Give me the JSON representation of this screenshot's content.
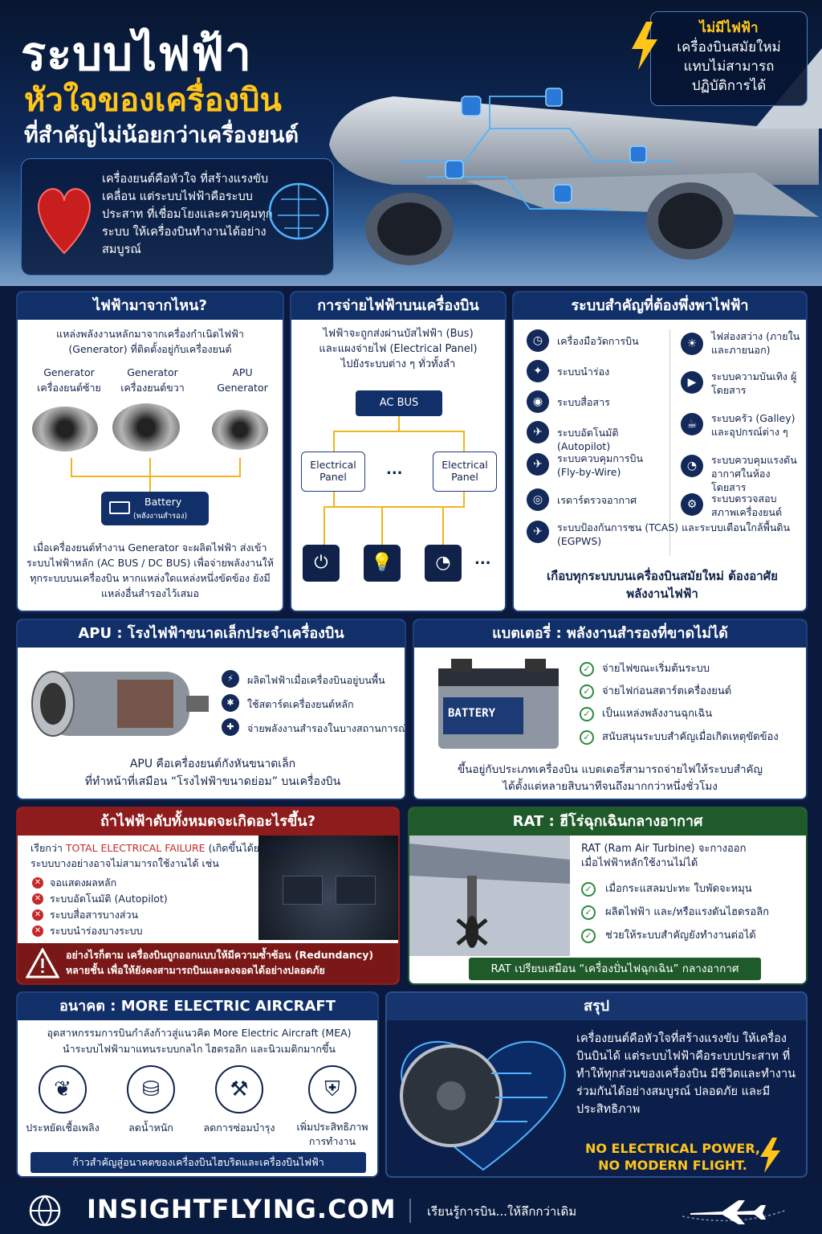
{
  "hero": {
    "title1": "ระบบไฟฟ้า",
    "title2": "หัวใจของเครื่องบิน",
    "title3": "ที่สำคัญไม่น้อยกว่าเครื่องยนต์",
    "heart_text": "เครื่องยนต์คือหัวใจ ที่สร้างแรงขับเคลื่อน แต่ระบบไฟฟ้าคือระบบประสาท ที่เชื่อมโยงและควบคุมทุกระบบ ให้เครื่องบินทำงานได้อย่างสมบูรณ์",
    "callout_line1": "ไม่มีไฟฟ้า",
    "callout_line2": "เครื่องบินสมัยใหม่",
    "callout_line3": "แทบไม่สามารถ",
    "callout_line4": "ปฏิบัติการได้"
  },
  "source": {
    "title": "ไฟฟ้ามาจากไหน?",
    "intro": "แหล่งพลังงานหลักมาจากเครื่องกำเนิดไฟฟ้า (Generator) ที่ติดตั้งอยู่กับเครื่องยนต์",
    "gen_left": "Generator เครื่องยนต์ซ้าย",
    "gen_right": "Generator เครื่องยนต์ขวา",
    "gen_apu": "APU Generator",
    "battery_label": "Battery",
    "battery_sub": "(พลังงานสำรอง)",
    "outro": "เมื่อเครื่องยนต์ทำงาน Generator จะผลิตไฟฟ้า ส่งเข้าระบบไฟฟ้าหลัก (AC BUS / DC BUS) เพื่อจ่ายพลังงานให้ทุกระบบบนเครื่องบิน หากแหล่งใดแหล่งหนึ่งขัดข้อง ยังมีแหล่งอื่นสำรองไว้เสมอ"
  },
  "dist": {
    "title": "การจ่ายไฟฟ้าบนเครื่องบิน",
    "intro": "ไฟฟ้าจะถูกส่งผ่านบัสไฟฟ้า (Bus) และแผงจ่ายไฟ (Electrical Panel) ไปยังระบบต่าง ๆ ทั่วทั้งลำ",
    "bus": "AC BUS",
    "panel_left": "Electrical Panel",
    "panel_right": "Electrical Panel",
    "dots": "...",
    "dots2": "..."
  },
  "systems": {
    "title": "ระบบสำคัญที่ต้องพึ่งพาไฟฟ้า",
    "left": [
      {
        "label": "เครื่องมือวัดการบิน",
        "icon": "gauge-icon"
      },
      {
        "label": "ระบบนำร่อง",
        "icon": "compass-icon"
      },
      {
        "label": "ระบบสื่อสาร",
        "icon": "radio-icon"
      },
      {
        "label": "ระบบอัตโนมัติ (Autopilot)",
        "icon": "autopilot-icon"
      },
      {
        "label": "ระบบควบคุมการบิน (Fly-by-Wire)",
        "icon": "plane-icon"
      },
      {
        "label": "เรดาร์ตรวจอากาศ",
        "icon": "radar-icon"
      },
      {
        "label": "ระบบป้องกันการชน (TCAS) และระบบเตือนใกล้พื้นดิน (EGPWS)",
        "icon": "plane-icon"
      }
    ],
    "right": [
      {
        "label": "ไฟส่องสว่าง (ภายใน และภายนอก)",
        "icon": "light-icon"
      },
      {
        "label": "ระบบความบันเทิง ผู้โดยสาร",
        "icon": "screen-icon"
      },
      {
        "label": "ระบบครัว (Galley) และอุปกรณ์ต่าง ๆ",
        "icon": "cup-icon"
      },
      {
        "label": "ระบบควบคุมแรงดัน อากาศในห้องโดยสาร",
        "icon": "pressure-icon"
      },
      {
        "label": "ระบบตรวจสอบ สภาพเครื่องยนต์",
        "icon": "engine-icon"
      }
    ],
    "footer": "เกือบทุกระบบบนเครื่องบินสมัยใหม่ ต้องอาศัยพลังงานไฟฟ้า"
  },
  "apu": {
    "title": "APU : โรงไฟฟ้าขนาดเล็กประจำเครื่องบิน",
    "items": [
      "ผลิตไฟฟ้าเมื่อเครื่องบินอยู่บนพื้น",
      "ใช้สตาร์ตเครื่องยนต์หลัก",
      "จ่ายพลังงานสำรองในบางสถานการณ์"
    ],
    "outro1": "APU คือเครื่องยนต์กังหันขนาดเล็ก",
    "outro2": "ที่ทำหน้าที่เสมือน “โรงไฟฟ้าขนาดย่อม” บนเครื่องบิน"
  },
  "battery": {
    "title": "แบตเตอรี่ : พลังงานสำรองที่ขาดไม่ได้",
    "label": "BATTERY",
    "items": [
      "จ่ายไฟขณะเริ่มต้นระบบ",
      "จ่ายไฟก่อนสตาร์ตเครื่องยนต์",
      "เป็นแหล่งพลังงานฉุกเฉิน",
      "สนับสนุนระบบสำคัญเมื่อเกิดเหตุขัดข้อง"
    ],
    "outro1": "ขึ้นอยู่กับประเภทเครื่องบิน แบตเตอรี่สามารถจ่ายไฟให้ระบบสำคัญ",
    "outro2": "ได้ตั้งแต่หลายสิบนาทีจนถึงมากกว่าหนึ่งชั่วโมง"
  },
  "failure": {
    "title": "ถ้าไฟฟ้าดับทั้งหมดจะเกิดอะไรขึ้น?",
    "intro_pre": "เรียกว่า ",
    "intro_red": "TOTAL ELECTRICAL FAILURE",
    "intro_post": " (เกิดขึ้นได้ยากมาก)",
    "intro2": "ระบบบางอย่างอาจไม่สามารถใช้งานได้ เช่น",
    "items": [
      "จอแสดงผลหลัก",
      "ระบบอัตโนมัติ (Autopilot)",
      "ระบบสื่อสารบางส่วน",
      "ระบบนำร่องบางระบบ"
    ],
    "warn": "อย่างไรก็ตาม เครื่องบินถูกออกแบบให้มีความซ้ำซ้อน (Redundancy) หลายชั้น เพื่อให้ยังคงสามารถบินและลงจอดได้อย่างปลอดภัย"
  },
  "rat": {
    "title": "RAT : ฮีโร่ฉุกเฉินกลางอากาศ",
    "intro1": "RAT (Ram Air Turbine) จะกางออก",
    "intro2": "เมื่อไฟฟ้าหลักใช้งานไม่ได้",
    "items": [
      "เมื่อกระแสลมปะทะ ใบพัดจะหมุน",
      "ผลิตไฟฟ้า และ/หรือแรงดันไฮดรอลิก",
      "ช่วยให้ระบบสำคัญยังทำงานต่อได้"
    ],
    "banner": "RAT เปรียบเสมือน “เครื่องปั่นไฟฉุกเฉิน” กลางอากาศ"
  },
  "future": {
    "title": "อนาคต : MORE ELECTRIC AIRCRAFT",
    "intro1": "อุตสาหกรรมการบินกำลังก้าวสู่แนวคิด More Electric Aircraft (MEA)",
    "intro2": "นำระบบไฟฟ้ามาแทนระบบกลไก ไฮดรอลิก และนิวเมติกมากขึ้น",
    "items": [
      {
        "label": "ประหยัดเชื้อเพลิง",
        "icon": "leaf-icon"
      },
      {
        "label": "ลดน้ำหนัก",
        "icon": "weight-icon"
      },
      {
        "label": "ลดการซ่อมบำรุง",
        "icon": "wrench-icon"
      },
      {
        "label": "เพิ่มประสิทธิภาพ การทำงาน",
        "icon": "shield-plane-icon"
      }
    ],
    "banner": "ก้าวสำคัญสู่อนาคตของเครื่องบินไฮบริดและเครื่องบินไฟฟ้า"
  },
  "summary": {
    "title": "สรุป",
    "text": "เครื่องยนต์คือหัวใจที่สร้างแรงขับ ให้เครื่องบินบินได้ แต่ระบบไฟฟ้าคือระบบประสาท ที่ทำให้ทุกส่วนของเครื่องบิน มีชีวิตและทำงานร่วมกันได้อย่างสมบูรณ์ ปลอดภัย และมีประสิทธิภาพ",
    "slogan1": "NO ELECTRICAL POWER,",
    "slogan2": "NO MODERN FLIGHT."
  },
  "footer": {
    "site": "INSIGHTFLYING.COM",
    "tagline": "เรียนรู้การบิน...ให้ลึกกว่าเดิม"
  },
  "colors": {
    "navy": "#112f68",
    "gold": "#ffc51a",
    "red": "#8e1c1c",
    "green": "#1f5a2a"
  }
}
